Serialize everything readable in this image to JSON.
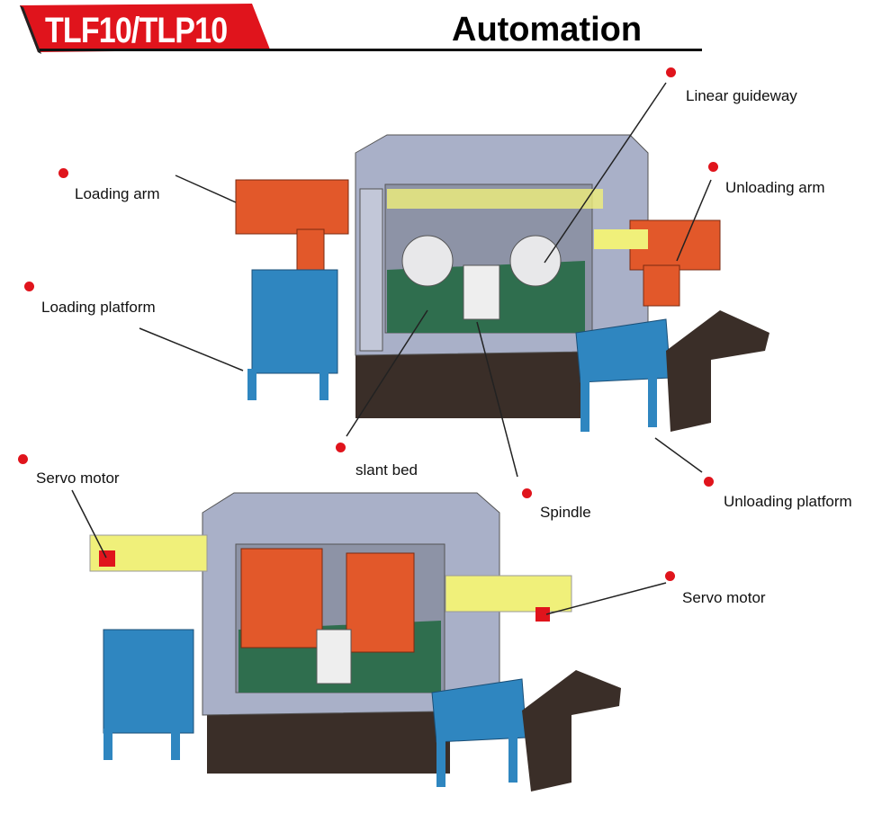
{
  "header": {
    "model": "TLF10/TLP10",
    "title": "Automation"
  },
  "colors": {
    "banner": "#e0141c",
    "machine": "#a9b0c8",
    "arm": "#e2582a",
    "platform": "#2f86c0",
    "bed": "#2f6e4e",
    "rail": "#f0f07a",
    "base": "#3a2e28"
  },
  "labels": {
    "linear_guideway": "Linear guideway",
    "loading_arm": "Loading arm",
    "unloading_arm": "Unloading arm",
    "loading_platform": "Loading platform",
    "slant_bed": "slant bed",
    "spindle": "Spindle",
    "unloading_platform": "Unloading platform",
    "servo_motor_left": "Servo motor",
    "servo_motor_right": "Servo motor"
  }
}
